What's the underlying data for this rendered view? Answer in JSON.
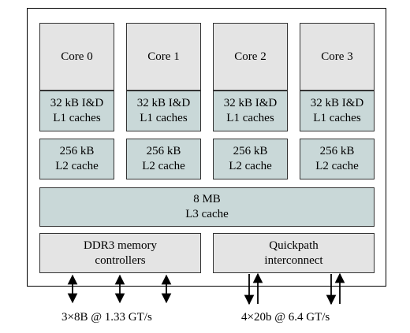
{
  "cores": [
    {
      "label": "Core 0",
      "l1": [
        "32 kB I&D",
        "L1 caches"
      ],
      "l2": [
        "256 kB",
        "L2 cache"
      ]
    },
    {
      "label": "Core 1",
      "l1": [
        "32 kB I&D",
        "L1 caches"
      ],
      "l2": [
        "256 kB",
        "L2 cache"
      ]
    },
    {
      "label": "Core 2",
      "l1": [
        "32 kB I&D",
        "L1 caches"
      ],
      "l2": [
        "256 kB",
        "L2 cache"
      ]
    },
    {
      "label": "Core 3",
      "l1": [
        "32 kB I&D",
        "L1 caches"
      ],
      "l2": [
        "256 kB",
        "L2 cache"
      ]
    }
  ],
  "l3": [
    "8 MB",
    "L3 cache"
  ],
  "memory_controller": [
    "DDR3 memory",
    "controllers"
  ],
  "interconnect": [
    "Quickpath",
    "interconnect"
  ],
  "memory_bus_label": "3×8B @ 1.33 GT/s",
  "interconnect_bus_label": "4×20b @ 6.4 GT/s",
  "colors": {
    "core_fill": "#e4e4e4",
    "cache_fill": "#c9d8d8",
    "controller_fill": "#e4e4e4"
  }
}
